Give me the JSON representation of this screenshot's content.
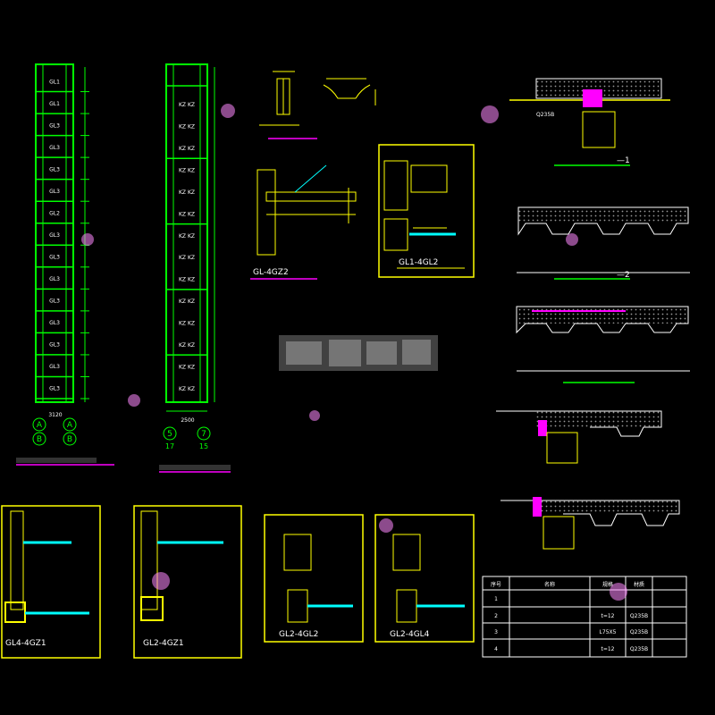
{
  "drawing": {
    "column_labels_left": [
      "GL1",
      "GL1",
      "GL3",
      "GL3",
      "GL3",
      "GL3",
      "GL2",
      "GL3",
      "GL3",
      "GL3",
      "GL3",
      "GL3",
      "GL3",
      "GL3",
      "GL3"
    ],
    "column_labels_right": [
      "KZ",
      "KZ",
      "KZ",
      "KZ",
      "KZ",
      "KZ",
      "KZ",
      "KZ",
      "KZ",
      "KZ",
      "KZ",
      "KZ",
      "KZ",
      "KZ"
    ],
    "axis_left_1": "A",
    "axis_left_2": "B",
    "axis_left_3": "A",
    "axis_left_4": "B",
    "axis_mid_1": "5",
    "axis_mid_2": "17",
    "axis_mid_3": "7",
    "axis_mid_4": "15",
    "dim_left": "3120",
    "dim_mid": "2500",
    "captions": {
      "gl4_gz1": "GL4-4GZ1",
      "gl2_gz1": "GL2-4GZ1",
      "gl2_gl2": "GL2-4GL2",
      "gl2_gl4": "GL2-4GL4",
      "gl1_gl2": "GL1-4GL2",
      "gl_gz2": "GL-4GZ2",
      "slab_1": "—1",
      "slab_2": "—2"
    },
    "table": {
      "headers": [
        "序号",
        "名称",
        "规格",
        "材质"
      ],
      "rows": [
        [
          "1",
          "",
          "",
          ""
        ],
        [
          "2",
          "",
          "t=12",
          "Q235B"
        ],
        [
          "3",
          "",
          "L75X5",
          "Q235B"
        ],
        [
          "4",
          "",
          "t=12",
          "Q235B"
        ]
      ]
    }
  },
  "colors": {
    "background": "#000000",
    "green": "#00ff00",
    "yellow": "#ffff00",
    "cyan": "#00ffff",
    "magenta": "#ff00ff",
    "white": "#ffffff"
  }
}
